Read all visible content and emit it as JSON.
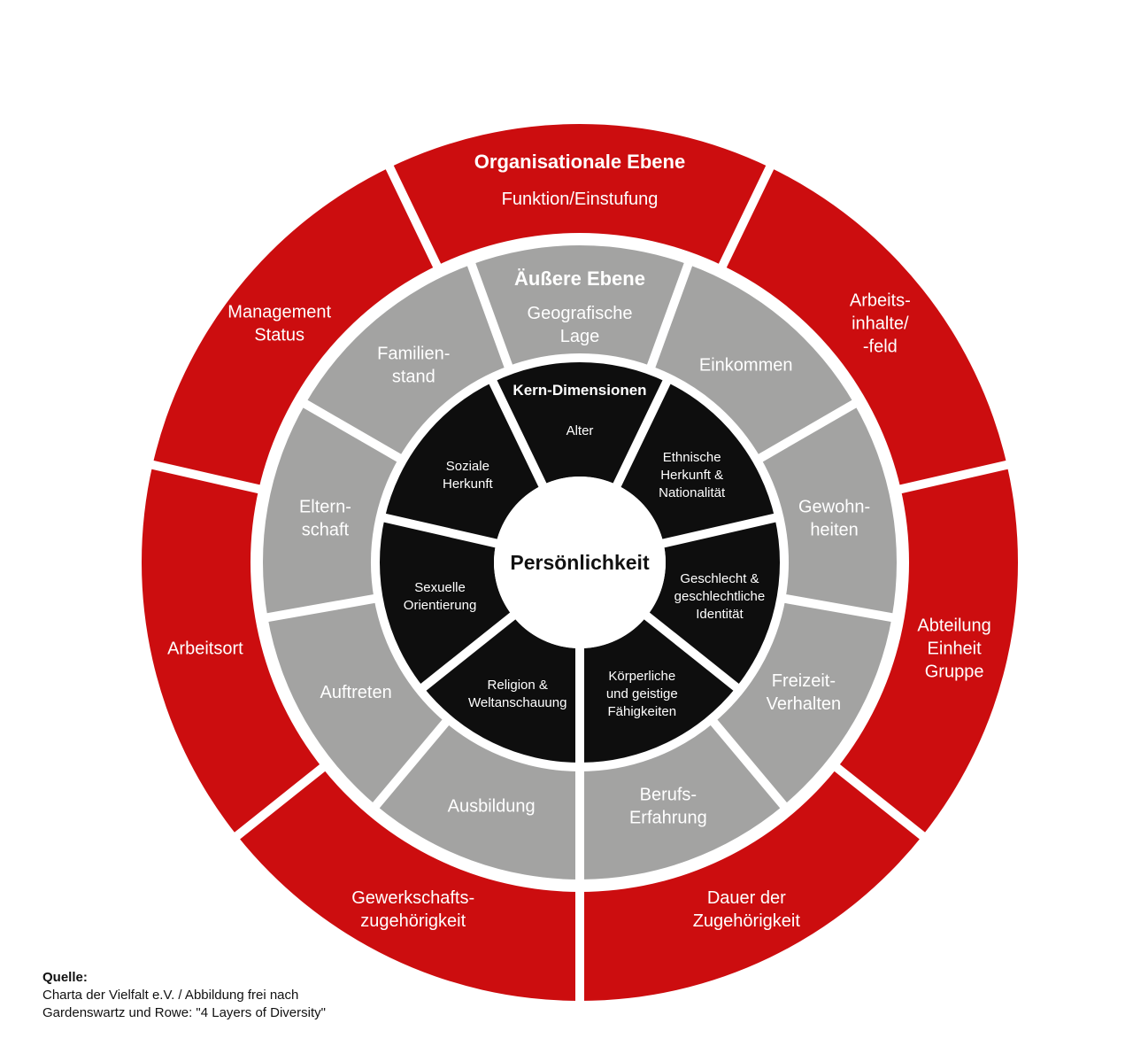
{
  "colors": {
    "organisational": "#cc0d0f",
    "outer": "#a3a3a2",
    "core": "#0e0e0e",
    "center": "#ffffff"
  },
  "organisational": {
    "title": "Organisationale Ebene",
    "segments": [
      {
        "lines": [
          "Funktion/Einstufung"
        ]
      },
      {
        "lines": [
          "Arbeits-",
          "inhalte/",
          "-feld"
        ]
      },
      {
        "lines": [
          "Abteilung",
          "Einheit",
          "Gruppe"
        ]
      },
      {
        "lines": [
          "Dauer der",
          "Zugehörigkeit"
        ]
      },
      {
        "lines": [
          "Gewerkschafts-",
          "zugehörigkeit"
        ]
      },
      {
        "lines": [
          "Arbeitsort"
        ]
      },
      {
        "lines": [
          "Management",
          "Status"
        ]
      }
    ]
  },
  "outer": {
    "title": "Äußere Ebene",
    "segments": [
      {
        "lines": [
          "Geografische",
          "Lage"
        ]
      },
      {
        "lines": [
          "Einkommen"
        ]
      },
      {
        "lines": [
          "Gewohn-",
          "heiten"
        ]
      },
      {
        "lines": [
          "Freizeit-",
          "Verhalten"
        ]
      },
      {
        "lines": [
          "Berufs-",
          "Erfahrung"
        ]
      },
      {
        "lines": [
          "Ausbildung"
        ]
      },
      {
        "lines": [
          "Auftreten"
        ]
      },
      {
        "lines": [
          "Eltern-",
          "schaft"
        ]
      },
      {
        "lines": [
          "Familien-",
          "stand"
        ]
      }
    ]
  },
  "core": {
    "title": "Kern-Dimensionen",
    "segments": [
      {
        "lines": [
          "Alter"
        ]
      },
      {
        "lines": [
          "Ethnische",
          "Herkunft &",
          "Nationalität"
        ]
      },
      {
        "lines": [
          "Geschlecht &",
          "geschlechtliche",
          "Identität"
        ]
      },
      {
        "lines": [
          "Körperliche",
          "und geistige",
          "Fähigkeiten"
        ]
      },
      {
        "lines": [
          "Religion &",
          "Weltanschauung"
        ]
      },
      {
        "lines": [
          "Sexuelle",
          "Orientierung"
        ]
      },
      {
        "lines": [
          "Soziale",
          "Herkunft"
        ]
      }
    ]
  },
  "center": {
    "label": "Persönlichkeit"
  },
  "source": {
    "heading": "Quelle:",
    "line1": "Charta der Vielfalt e.V. / Abbildung frei nach",
    "line2": "Gardenswartz und Rowe: \"4 Layers of Diversity\""
  }
}
